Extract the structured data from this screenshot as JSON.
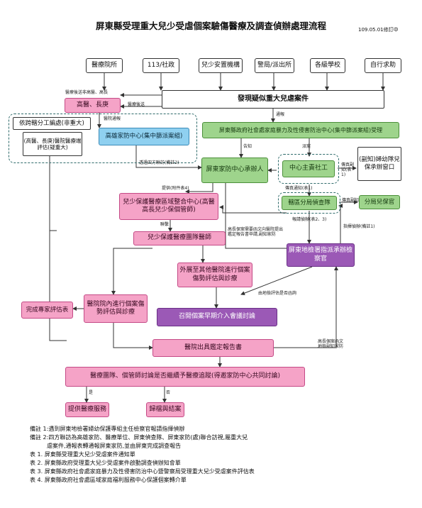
{
  "title": "屏東縣受理重大兒少受虐個案驗傷醫療及調查偵辦處理流程",
  "version": "109.05.01修訂中",
  "sources": [
    "醫療院所",
    "113/社政",
    "兒少安置機構",
    "警局/派出所",
    "各級學校",
    "自行求助"
  ],
  "nodes": {
    "discover": "發現疑似重大兒虐案件",
    "high_risk": "高醫、長庚",
    "triage_title": "依跨轄分工編處(非重大)",
    "triage_sub": "(高醫、長庚)醫院醫療端評估(疑重大)",
    "kaohsiung_center": "高雄家防中心(集中篩派案組)",
    "pingtung_center_intake": "屏東縣政府社會處家庭暴力及性侵害防治中心(集中篩派案組)受理",
    "pingtung_center": "屏東家防中心承辦人",
    "main_social_worker": "中心主責社工",
    "deputy_chief": "(副知)婦幼隊兒保承辦窗口",
    "police_unit": "轄區分局偵查隊",
    "juvenile_officer": "分局兒保官",
    "integration_center": "兒少保護醫療區域整合中心(高醫高長兒少保個管師)",
    "medical_team": "兒少保護醫療團隊醫師",
    "external_hospital": "外展至其他醫院進行個案傷勢評估與診療",
    "prosecutor": "屏東地檢署指派承辦檢察官",
    "in_hospital": "醫院院內進行個案傷勢評估與診療",
    "expert_form": "完成專家評估表",
    "early_meeting": "召開個案早期介入會議討論",
    "report": "醫院出具鑑定報告書",
    "followup": "醫療團隊、個管師討論是否繼續予醫療追蹤(得邀家防中心共同討論)",
    "provide_care": "提供醫療服務",
    "close_case": "歸檔與結案"
  },
  "labels": {
    "notify_non_high": "醫療後送非高醫、高長",
    "notify_high": "醫療後送",
    "report": "通報",
    "inform": "告知",
    "dispatch": "派案",
    "medical_notice": "醫院通報",
    "via_center": "透過四方聯訪(備註2)",
    "provide_form4": "提供(附件表4)",
    "cooperate": "聯繫",
    "fax_notify": "傳真副知(表1)",
    "fax_notify2": "傳真通知(表1)",
    "fax_notify3": "傳真副知",
    "report_investigate": "報請偵辦(表2、3)",
    "direct_investigate": "指揮偵辦(備註1)",
    "high_risk_need": "高長保案需要函文向醫院提出鑑定報告書申請,副知家防",
    "eval_request": "由地檢評估是否函詢",
    "high_long_case": "高長個案函文地檢副知家防",
    "yes": "是",
    "no": "否"
  },
  "notes": [
    "備註 1:遇到屏東地檢署婦幼保護專組主任檢察官報請指揮偵辦",
    "備註 2:四方聯訪為高雄家防、醫療單位、屏東偵查隊、屏東家防(處)聯合訪視,屬重大兒",
    "　　　虐案件,通報表轉通報屏東家防,並由屏東完成調查報告",
    "表 1. 屏東縣受理重大兒少受虐案件通知單",
    "表 2. 屏東縣政府受理重大兒少受虐案件啟動調查偵辦知會單",
    "表 3. 屏東縣政府社會處家庭暴力及性侵害防治中心暨警察局受理重大兒少受虐案件評估表",
    "表 4. 屏東縣政府社會處區域家庭福利服務中心保護個案轉介單"
  ]
}
